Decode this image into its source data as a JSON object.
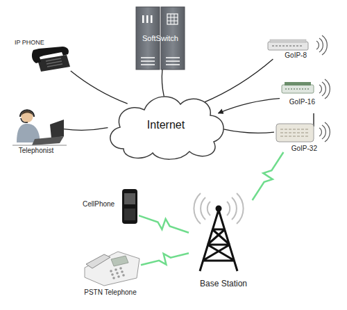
{
  "diagram": {
    "nodes": [
      {
        "text": [
          "IP PHONE"
        ]
      },
      {
        "text": [
          "SoftSwitch"
        ]
      },
      {
        "text": [
          "GoIP-8"
        ]
      },
      {
        "text": [
          "GoIP-16"
        ]
      },
      {
        "text": [
          "Internet"
        ]
      },
      {
        "text": [
          "Telephonist"
        ]
      },
      {
        "text": [
          "GoIP-32"
        ]
      },
      {
        "text": [
          "CellPhone"
        ]
      },
      {
        "text": [
          "Base Station"
        ]
      },
      {
        "text": [
          "PSTN Telephone"
        ]
      }
    ],
    "edges": [
      {
        "from": 0,
        "to": 4,
        "arrow": "none"
      },
      {
        "from": 1,
        "to": 4,
        "arrow": "none"
      },
      {
        "from": 5,
        "to": 4,
        "arrow": "none"
      },
      {
        "from": 4,
        "to": 2,
        "arrow": "none"
      },
      {
        "from": 3,
        "to": 4,
        "arrow": "to"
      },
      {
        "from": 4,
        "to": 6,
        "arrow": "none"
      },
      {
        "from": 6,
        "to": 8,
        "arrow": "none"
      },
      {
        "from": 7,
        "to": 8,
        "arrow": "none"
      },
      {
        "from": 9,
        "to": 8,
        "arrow": "none"
      }
    ]
  }
}
